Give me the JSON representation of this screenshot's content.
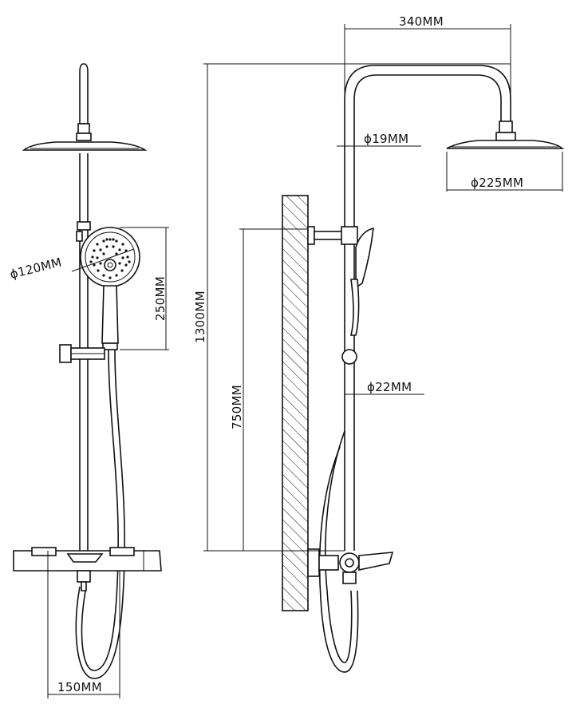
{
  "labels": {
    "d_handshower": "ϕ120MM",
    "h_handshower": "250MM",
    "w_mixer": "150MM",
    "w_arm": "340MM",
    "d_arm": "ϕ19MM",
    "d_head": "ϕ225MM",
    "h_total": "1300MM",
    "h_bracket": "750MM",
    "d_riser": "ϕ22MM"
  },
  "colors": {
    "line": "#111111",
    "background": "#ffffff",
    "hatch": "#111111"
  }
}
